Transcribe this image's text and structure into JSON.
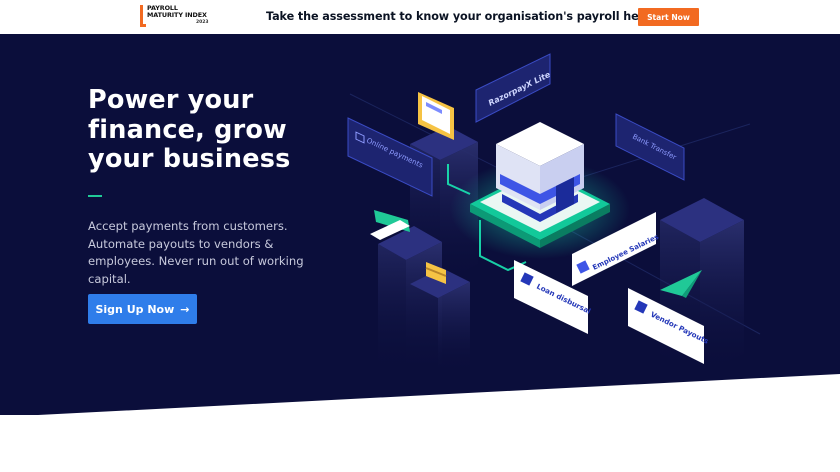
{
  "banner": {
    "logo_line1": "PAYROLL",
    "logo_line2": "MATURITY INDEX",
    "logo_year": "2023",
    "message": "Take the assessment to know your organisation's payroll health!",
    "cta_label": "Start Now"
  },
  "hero": {
    "headline_line1": "Power your",
    "headline_line2": "finance, grow",
    "headline_line3": "your business",
    "subtext": "Accept payments from customers. Automate payouts to vendors & employees. Never run out of working capital.",
    "signup_label": "Sign Up Now",
    "signup_arrow": "→"
  },
  "illustration": {
    "card_online_payments": "Online payments",
    "card_razorpayx_lite": "RazorpayX Lite",
    "card_bank_transfer": "Bank Transfer",
    "card_employee_salaries": "Employee Salaries",
    "card_loan_disbursal": "Loan disbursal",
    "card_vendor_payouts": "Vendor Payouts"
  },
  "colors": {
    "hero_bg": "#0b0e3b",
    "accent_orange": "#f26a21",
    "cta_blue": "#2f7dea",
    "accent_green": "#20c997"
  }
}
